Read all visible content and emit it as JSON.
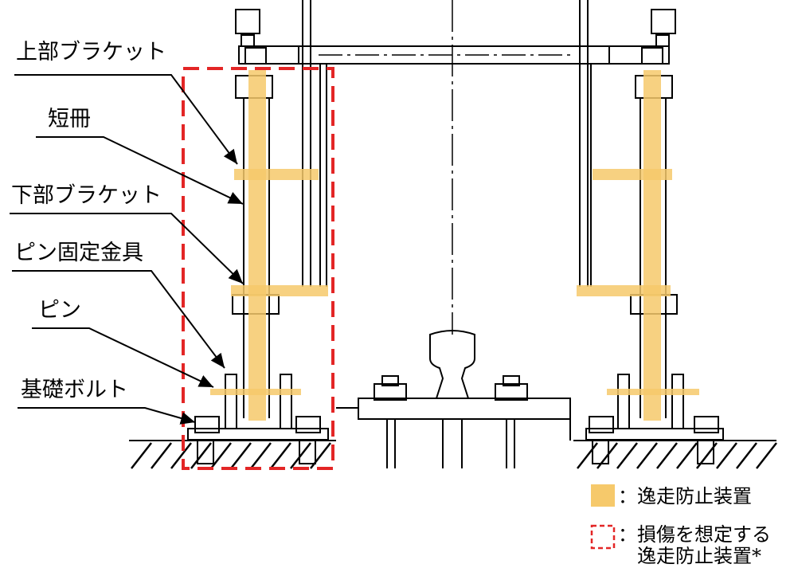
{
  "colors": {
    "device_highlight": "#f6c96b",
    "damage_dashed": "#e32626",
    "line": "#000000"
  },
  "labels": {
    "upper_bracket": "上部ブラケット",
    "tanzaku": "短冊",
    "lower_bracket": "下部ブラケット",
    "pin_fixture": "ピン固定金具",
    "pin": "ピン",
    "foundation_bolt": "基礎ボルト"
  },
  "legend": {
    "device_label": "：逸走防止装置",
    "damage_label_line1": "：損傷を想定する",
    "damage_label_line2": "逸走防止装置*"
  }
}
